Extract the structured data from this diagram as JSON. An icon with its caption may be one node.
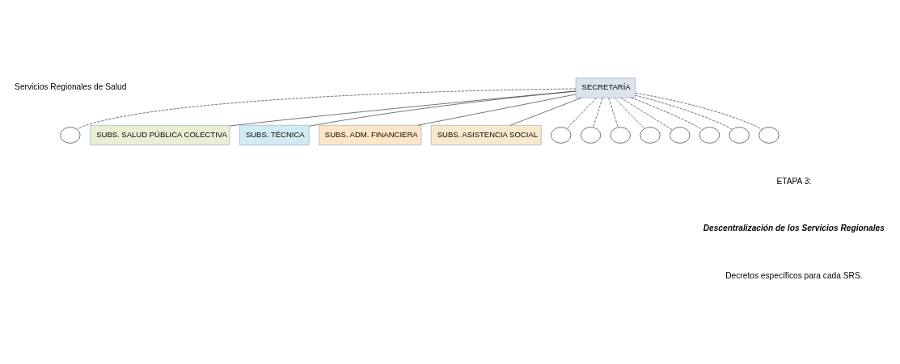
{
  "diagram": {
    "nodes": [
      {
        "text": [
          "SECRETARÍA"
        ]
      },
      {
        "text": [
          "SUBS. SALUD PÚBLICA COLECTIVA"
        ]
      },
      {
        "text": [
          "SUBS. TÉCNICA"
        ]
      },
      {
        "text": [
          "SUBS. ADM. FINANCIERA"
        ]
      },
      {
        "text": [
          "SUBS. ASISTENCIA SOCIAL"
        ]
      },
      {
        "text": [],
        "shape": "circle"
      },
      {
        "text": [],
        "shape": "circle"
      },
      {
        "text": [],
        "shape": "circle"
      },
      {
        "text": [],
        "shape": "circle"
      },
      {
        "text": [],
        "shape": "circle"
      },
      {
        "text": [],
        "shape": "circle"
      },
      {
        "text": [],
        "shape": "circle"
      },
      {
        "text": [],
        "shape": "circle"
      },
      {
        "text": [],
        "shape": "circle"
      }
    ],
    "edges": [
      {
        "from": 0,
        "to": 1,
        "arrow": "none"
      },
      {
        "from": 0,
        "to": 2,
        "arrow": "none"
      },
      {
        "from": 0,
        "to": 3,
        "arrow": "none"
      },
      {
        "from": 0,
        "to": 4,
        "arrow": "none"
      },
      {
        "from": 0,
        "to": 5,
        "arrow": "none",
        "style": "dashed"
      },
      {
        "from": 0,
        "to": 6,
        "arrow": "none",
        "style": "dashed"
      },
      {
        "from": 0,
        "to": 7,
        "arrow": "none",
        "style": "dashed"
      },
      {
        "from": 0,
        "to": 8,
        "arrow": "none",
        "style": "dashed"
      },
      {
        "from": 0,
        "to": 9,
        "arrow": "none",
        "style": "dashed"
      },
      {
        "from": 0,
        "to": 10,
        "arrow": "none",
        "style": "dashed"
      },
      {
        "from": 0,
        "to": 11,
        "arrow": "none",
        "style": "dashed"
      },
      {
        "from": 0,
        "to": 12,
        "arrow": "none",
        "style": "dashed"
      },
      {
        "from": 0,
        "to": 13,
        "arrow": "none",
        "style": "dashed"
      }
    ],
    "labels": [
      "Servicios Regionales de Salud",
      "ETAPA 3:",
      "Descentralización de los Servicios Regionales",
      "Decretos específicos para cada SRS."
    ]
  }
}
